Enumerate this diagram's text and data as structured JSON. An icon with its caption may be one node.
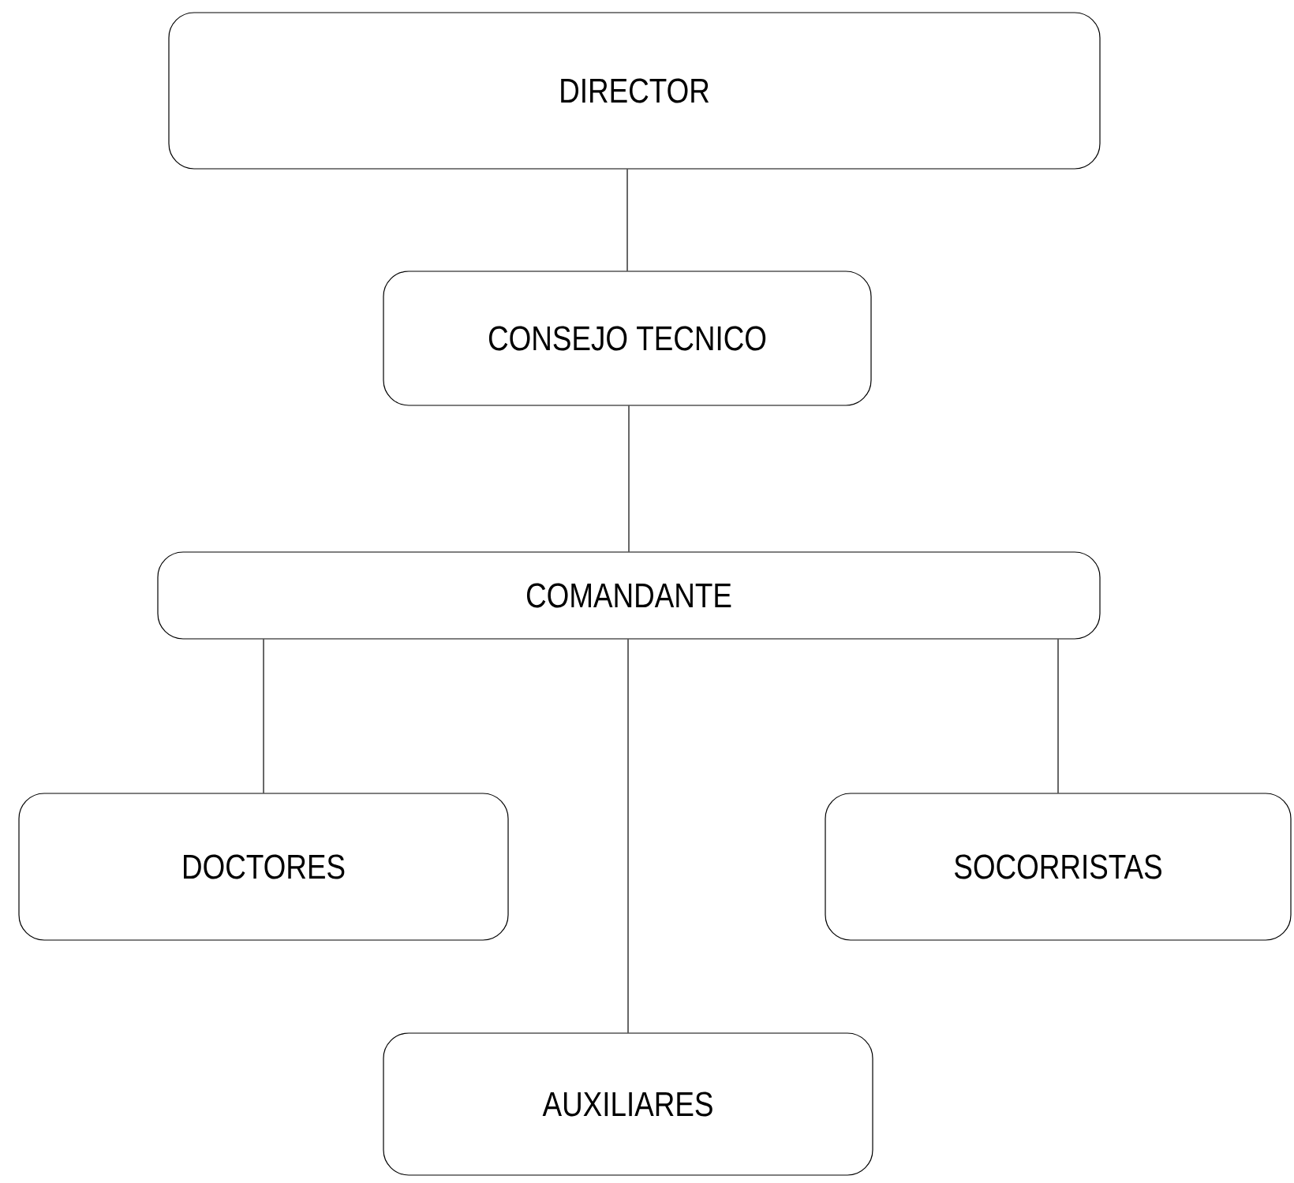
{
  "diagram": {
    "nodes": [
      {
        "text": [
          "DIRECTOR"
        ]
      },
      {
        "text": [
          "CONSEJO TECNICO"
        ]
      },
      {
        "text": [
          "COMANDANTE"
        ]
      },
      {
        "text": [
          "DOCTORES"
        ]
      },
      {
        "text": [
          "SOCORRISTAS"
        ]
      },
      {
        "text": [
          "AUXILIARES"
        ]
      }
    ],
    "edges": [
      {
        "from": 0,
        "to": 1,
        "arrow": "none"
      },
      {
        "from": 1,
        "to": 2,
        "arrow": "none"
      },
      {
        "from": 2,
        "to": 3,
        "arrow": "none"
      },
      {
        "from": 2,
        "to": 5,
        "arrow": "none"
      },
      {
        "from": 2,
        "to": 4,
        "arrow": "none"
      }
    ]
  }
}
